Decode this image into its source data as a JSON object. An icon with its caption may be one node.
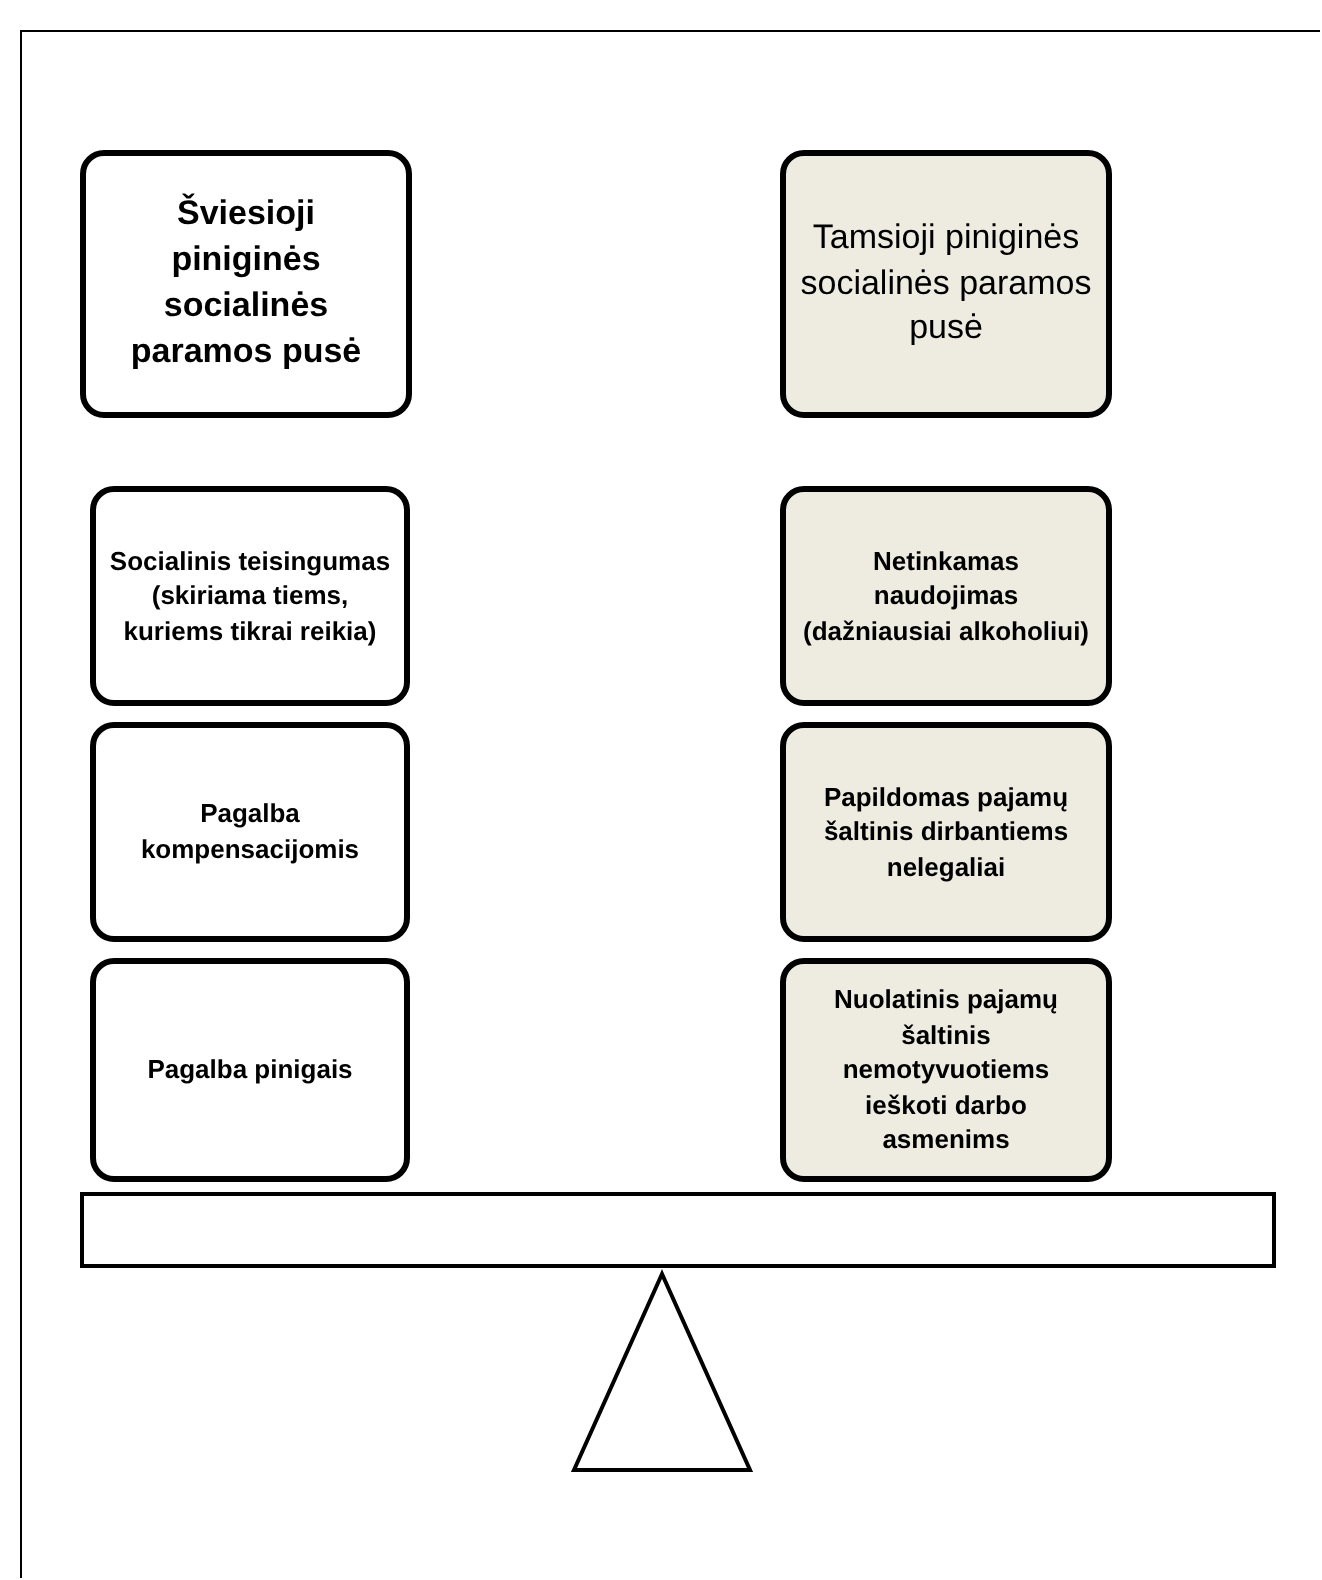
{
  "diagram": {
    "nodes": [
      {
        "text": [
          "Šviesioji piniginės socialinės paramos pusė"
        ]
      },
      {
        "text": [
          "Tamsioji piniginės socialinės paramos pusė"
        ]
      },
      {
        "text": [
          "Socialinis teisingumas (skiriama tiems, kuriems tikrai reikia)"
        ]
      },
      {
        "text": [
          "Netinkamas naudojimas (dažniausiai alkoholiui)"
        ]
      },
      {
        "text": [
          "Pagalba kompensacijomis"
        ]
      },
      {
        "text": [
          "Papildomas pajamų šaltinis dirbantiems nelegaliai"
        ]
      },
      {
        "text": [
          "Pagalba pinigais"
        ]
      },
      {
        "text": [
          "Nuolatinis pajamų šaltinis nemotyvuotiems ieškoti darbo asmenims"
        ]
      },
      {
        "text": [],
        "shape": "bar"
      },
      {
        "text": [],
        "shape": "triangle"
      }
    ]
  }
}
